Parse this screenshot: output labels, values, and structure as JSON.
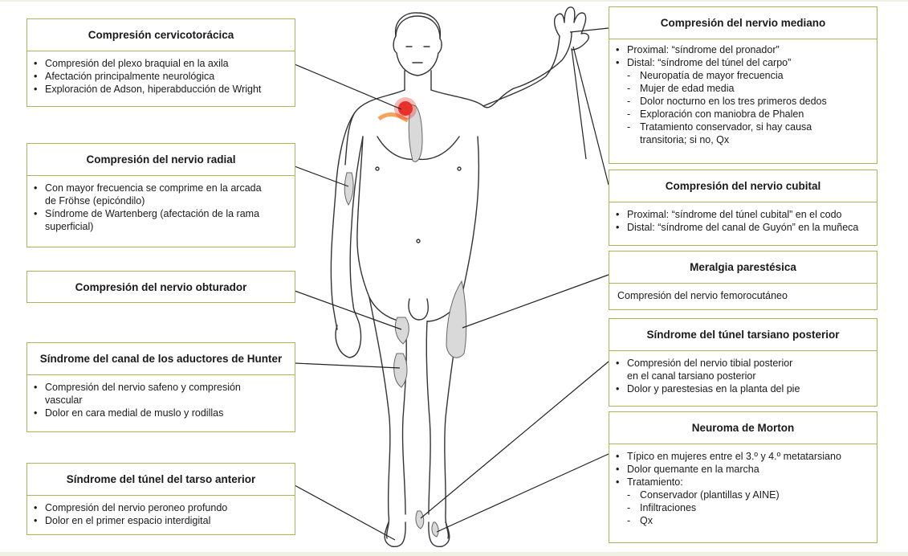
{
  "accent_color": "#a8b856",
  "boxes": {
    "cervicotoracica": {
      "title": "Compresión cervicotorácica",
      "items": [
        "Compresión del plexo braquial en la axila",
        "Afectación principalmente neurológica",
        "Exploración de Adson, hiperabducción de Wright"
      ]
    },
    "radial": {
      "title": "Compresión del nervio radial",
      "items": [
        "Con mayor frecuencia se comprime en la arcada",
        "de Fröhse (epicóndilo)",
        "Síndrome de Wartenberg (afectación de la rama",
        "superficial)"
      ]
    },
    "obturador": {
      "title": "Compresión del nervio obturador"
    },
    "hunter": {
      "title": "Síndrome del canal de los aductores de Hunter",
      "items": [
        "Compresión del nervio safeno y compresión",
        "vascular",
        "Dolor en cara medial de muslo y rodillas"
      ]
    },
    "tarso_anterior": {
      "title": "Síndrome del túnel del tarso anterior",
      "items": [
        "Compresión del nervio peroneo profundo",
        "Dolor en el primer espacio interdigital"
      ]
    },
    "mediano": {
      "title": "Compresión del nervio mediano",
      "items": [
        "Proximal: “síndrome del pronador”",
        "Distal: “síndrome del túnel del carpo”",
        "Neuropatía de mayor frecuencia",
        "Mujer de edad media",
        "Dolor nocturno en los tres primeros dedos",
        "Exploración con maniobra de Phalen",
        "Tratamiento conservador, si hay causa",
        "transitoria; si no, Qx"
      ]
    },
    "cubital": {
      "title": "Compresión del nervio cubital",
      "items": [
        "Proximal: “síndrome del túnel cubital” en el codo",
        "Distal: “síndrome del canal de Guyón” en la muñeca"
      ]
    },
    "meralgia": {
      "title": "Meralgia parestésica",
      "text": "Compresión del nervio femorocutáneo"
    },
    "tarsiano_posterior": {
      "title": "Síndrome del túnel tarsiano posterior",
      "items": [
        "Compresión del nervio tibial posterior",
        "en el canal tarsiano posterior",
        "Dolor y parestesias en la planta del pie"
      ]
    },
    "morton": {
      "title": "Neuroma de Morton",
      "items": [
        "Típico en mujeres entre el 3.º y 4.º metatarsiano",
        "Dolor quemante en la marcha",
        "Tratamiento:",
        "Conservador (plantillas y AINE)",
        "Infiltraciones",
        "Qx"
      ]
    }
  },
  "colors": {
    "border": "#a8b856",
    "shading": "#d9d9d9",
    "plexus_red": "#e8322a",
    "plexus_orange": "#f5a25a",
    "leader_line": "#222222"
  }
}
